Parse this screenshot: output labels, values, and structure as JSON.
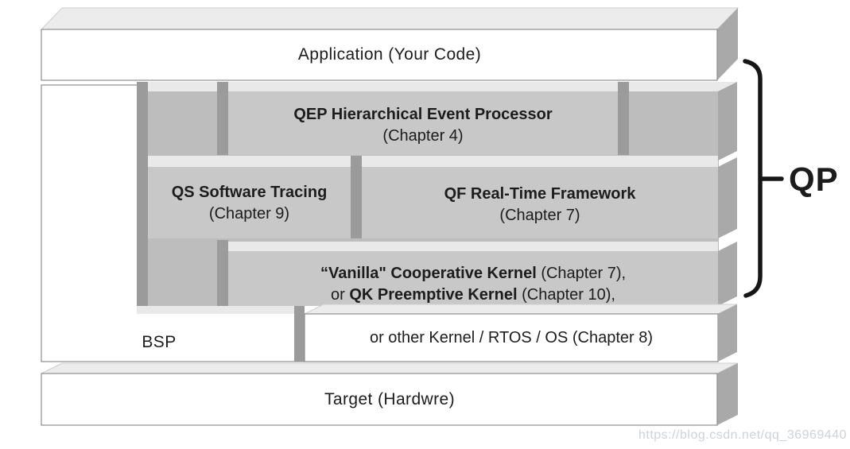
{
  "diagram_title": "QP framework layered architecture",
  "blocks": {
    "application": {
      "label": "Application (Your Code)"
    },
    "qep": {
      "title": "QEP Hierarchical Event Processor",
      "chapter": "(Chapter 4)"
    },
    "qs": {
      "title": "QS Software Tracing",
      "chapter": "(Chapter 9)"
    },
    "qf": {
      "title": "QF Real-Time Framework",
      "chapter": "(Chapter 7)"
    },
    "kernel": {
      "line1_bold": "“Vanilla\" Cooperative Kernel",
      "line1_rest": " (Chapter 7),",
      "line2_pre": "or ",
      "line2_bold": "QK Preemptive Kernel",
      "line2_rest": " (Chapter 10),"
    },
    "bsp": {
      "label": "BSP"
    },
    "other_kernel": {
      "label": "or other Kernel / RTOS / OS (Chapter 8)"
    },
    "target": {
      "label": "Target (Hardwre)"
    }
  },
  "brace": {
    "label": "QP"
  },
  "watermark": {
    "text": "https://blog.csdn.net/qq_36969440"
  },
  "colors": {
    "white-face": "#ffffff",
    "container-gray": "#bdbdbd",
    "block-gray": "#c8c8c8",
    "strip-gray": "#9b9b9b",
    "side-gray": "#a9a9a9",
    "top-gray": "#ececec",
    "band-gray": "#e9e9e9",
    "outline-gray": "#8e8e8e",
    "text-dark": "#1c1c1c",
    "brace-black": "#161616",
    "watermark-gray": "#ccd3da"
  }
}
